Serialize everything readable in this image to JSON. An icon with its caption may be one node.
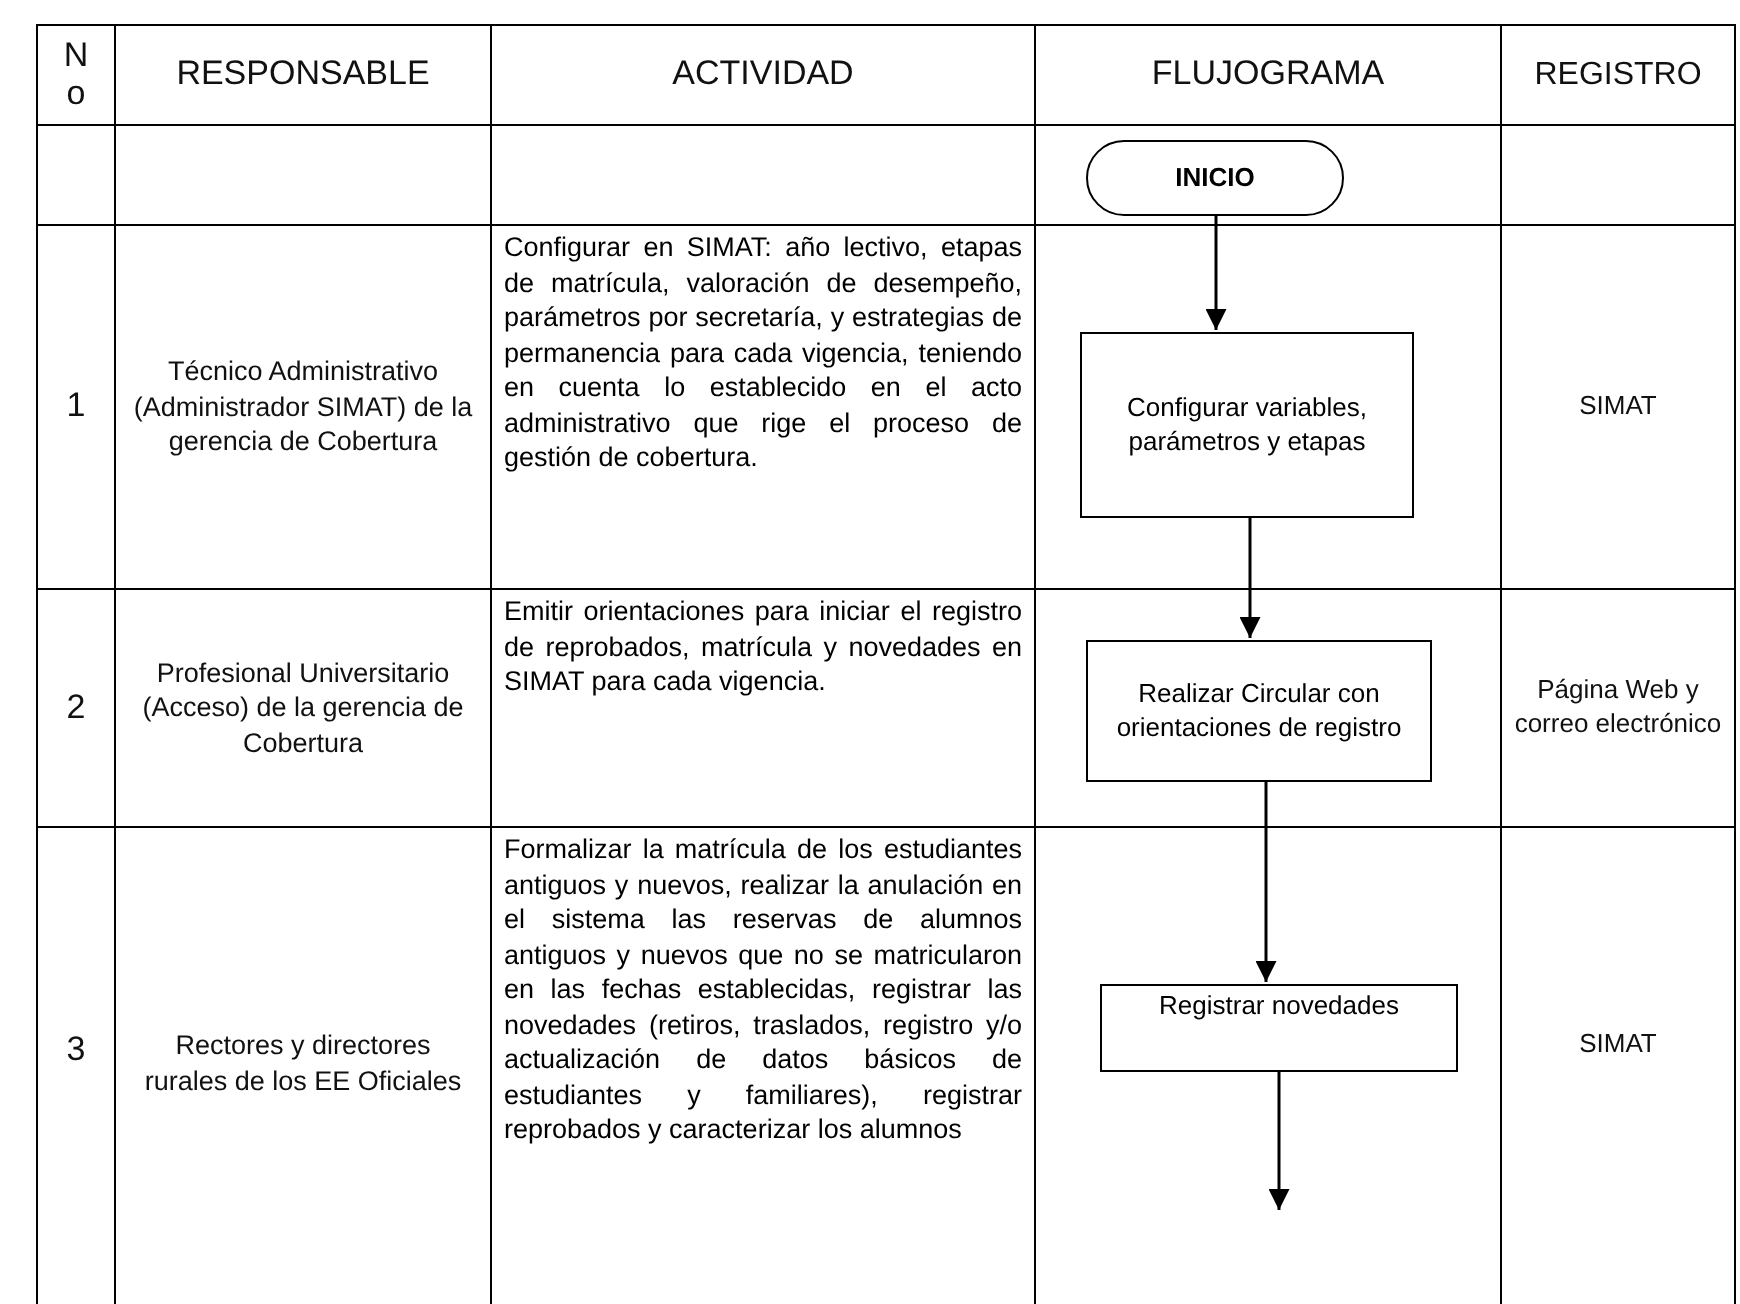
{
  "diagram": {
    "nodes": [
      {
        "text": [
          "INICIO"
        ]
      },
      {
        "text": [
          "Configurar variables, parámetros y etapas"
        ]
      },
      {
        "text": [
          "Realizar Circular con orientaciones de registro"
        ]
      },
      {
        "text": [
          "Registrar novedades"
        ]
      }
    ],
    "edges": [
      {
        "from": 0,
        "to": 1,
        "arrow": "to"
      },
      {
        "from": 1,
        "to": 2,
        "arrow": "to"
      },
      {
        "from": 2,
        "to": 3,
        "arrow": "to"
      },
      {
        "from": 3,
        "to": null,
        "arrow": "to"
      }
    ],
    "labels": [
      "No",
      "RESPONSABLE",
      "ACTIVIDAD",
      "FLUJOGRAMA",
      "REGISTRO",
      "1",
      "Técnico Administrativo (Administrador SIMAT) de la gerencia de Cobertura",
      "Configurar en SIMAT: año lectivo, etapas de matrícula, valoración de desempeño, parámetros por secretaría, y estrategias de permanencia para cada vigencia, teniendo en cuenta lo establecido en el acto administrativo que rige el proceso de gestión de cobertura.",
      "SIMAT",
      "2",
      "Profesional Universitario (Acceso) de la gerencia de Cobertura",
      "Emitir orientaciones para iniciar el registro de reprobados, matrícula y novedades en SIMAT para cada vigencia.",
      "Página Web y correo electrónico",
      "3",
      "Rectores y directores rurales de los EE Oficiales",
      "Formalizar la matrícula de los estudiantes antiguos y nuevos, realizar la anulación en el sistema las reservas de alumnos antiguos y nuevos que no se matricularon en las fechas establecidas, registrar las novedades (retiros, traslados, registro y/o actualización de datos básicos de estudiantes y familiares), registrar reprobados y caracterizar los alumnos",
      "SIMAT"
    ]
  }
}
